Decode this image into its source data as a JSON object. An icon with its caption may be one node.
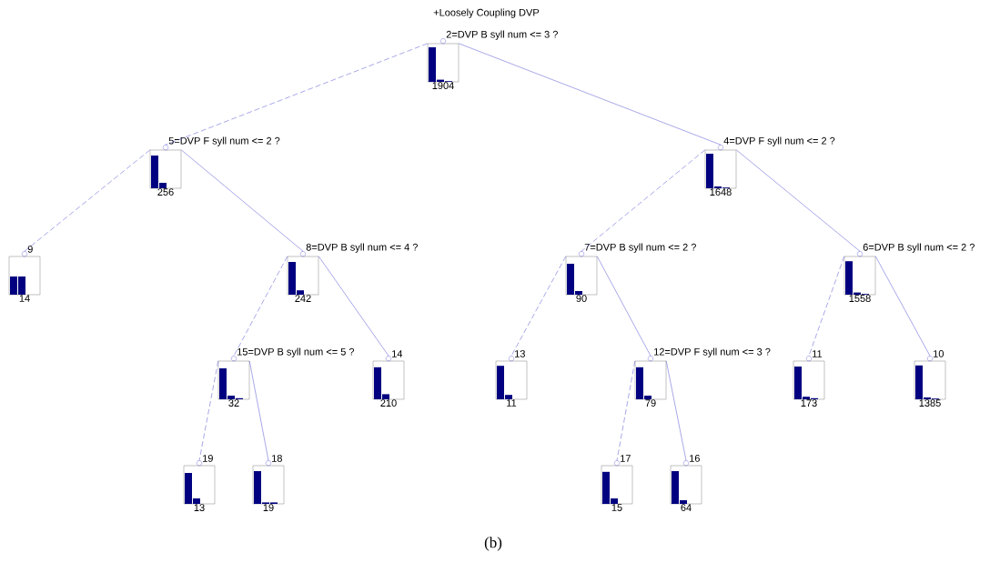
{
  "diagram": {
    "title": "+Loosely Coupling DVP",
    "caption": "(b)",
    "nodes": [
      {
        "text": [
          "2=DVP B syll num <= 3 ?",
          "1904"
        ]
      },
      {
        "text": [
          "5=DVP F syll num <= 2 ?",
          "256"
        ]
      },
      {
        "text": [
          "4=DVP F syll num <= 2 ?",
          "1648"
        ]
      },
      {
        "text": [
          "9",
          "14"
        ]
      },
      {
        "text": [
          "8=DVP B syll num <= 4 ?",
          "242"
        ]
      },
      {
        "text": [
          "7=DVP B syll num <= 2 ?",
          "90"
        ]
      },
      {
        "text": [
          "6=DVP B syll num <= 2 ?",
          "1558"
        ]
      },
      {
        "text": [
          "15=DVP B syll num <= 5 ?",
          "32"
        ]
      },
      {
        "text": [
          "14",
          "210"
        ]
      },
      {
        "text": [
          "13",
          "11"
        ]
      },
      {
        "text": [
          "12=DVP F syll num <= 3 ?",
          "79"
        ]
      },
      {
        "text": [
          "11",
          "173"
        ]
      },
      {
        "text": [
          "10",
          "1385"
        ]
      },
      {
        "text": [
          "19",
          "13"
        ]
      },
      {
        "text": [
          "18",
          "19"
        ]
      },
      {
        "text": [
          "17",
          "15"
        ]
      },
      {
        "text": [
          "16",
          "64"
        ]
      }
    ],
    "edges": [
      {
        "from": 0,
        "to": 1,
        "arrow": "none",
        "style": "dashed"
      },
      {
        "from": 0,
        "to": 2,
        "arrow": "none"
      },
      {
        "from": 1,
        "to": 3,
        "arrow": "none",
        "style": "dashed"
      },
      {
        "from": 1,
        "to": 4,
        "arrow": "none"
      },
      {
        "from": 2,
        "to": 5,
        "arrow": "none",
        "style": "dashed"
      },
      {
        "from": 2,
        "to": 6,
        "arrow": "none"
      },
      {
        "from": 4,
        "to": 7,
        "arrow": "none",
        "style": "dashed"
      },
      {
        "from": 4,
        "to": 8,
        "arrow": "none"
      },
      {
        "from": 5,
        "to": 9,
        "arrow": "none",
        "style": "dashed"
      },
      {
        "from": 5,
        "to": 10,
        "arrow": "none"
      },
      {
        "from": 6,
        "to": 11,
        "arrow": "none",
        "style": "dashed"
      },
      {
        "from": 6,
        "to": 12,
        "arrow": "none"
      },
      {
        "from": 7,
        "to": 13,
        "arrow": "none",
        "style": "dashed"
      },
      {
        "from": 7,
        "to": 14,
        "arrow": "none"
      },
      {
        "from": 10,
        "to": 15,
        "arrow": "none",
        "style": "dashed"
      },
      {
        "from": 10,
        "to": 16,
        "arrow": "none"
      }
    ]
  }
}
